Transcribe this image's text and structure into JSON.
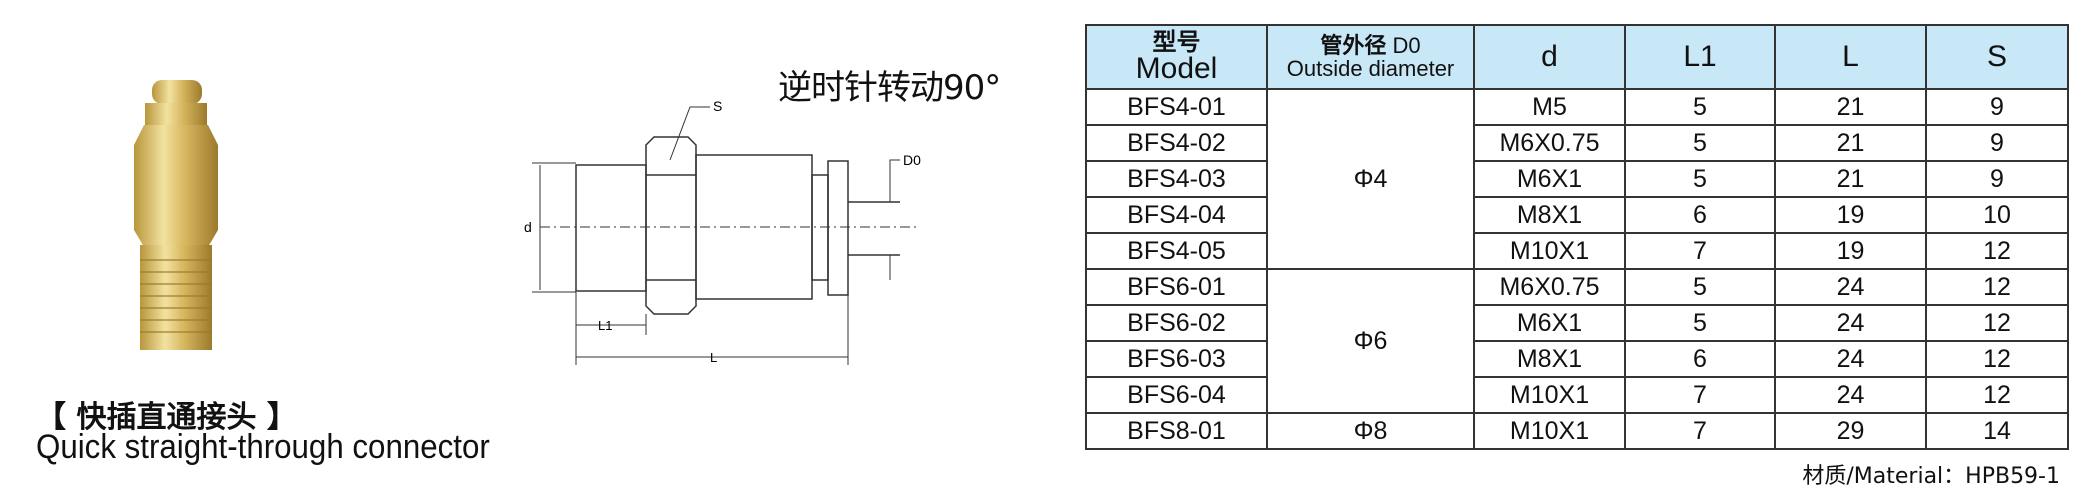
{
  "title_cn": "【 快插直通接头 】",
  "title_en": "Quick straight-through connector",
  "rotation_note": "逆时针转动90°",
  "drawing_labels": {
    "s": "S",
    "d0": "D0",
    "d": "d",
    "l1": "L1",
    "l": "L"
  },
  "table": {
    "headers": {
      "model_cn": "型号",
      "model_en": "Model",
      "d0_cn": "管外径",
      "d0_sym": "D0",
      "d0_en": "Outside diameter",
      "d": "d",
      "l1": "L1",
      "l": "L",
      "s": "S"
    },
    "rows": [
      {
        "model": "BFS4-01",
        "d0": "Φ4",
        "d": "M5",
        "l1": "5",
        "l": "21",
        "s": "9"
      },
      {
        "model": "BFS4-02",
        "d0": "Φ4",
        "d": "M6X0.75",
        "l1": "5",
        "l": "21",
        "s": "9"
      },
      {
        "model": "BFS4-03",
        "d0": "Φ4",
        "d": "M6X1",
        "l1": "5",
        "l": "21",
        "s": "9"
      },
      {
        "model": "BFS4-04",
        "d0": "Φ4",
        "d": "M8X1",
        "l1": "6",
        "l": "19",
        "s": "10"
      },
      {
        "model": "BFS4-05",
        "d0": "Φ4",
        "d": "M10X1",
        "l1": "7",
        "l": "19",
        "s": "12"
      },
      {
        "model": "BFS6-01",
        "d0": "Φ6",
        "d": "M6X0.75",
        "l1": "5",
        "l": "24",
        "s": "12"
      },
      {
        "model": "BFS6-02",
        "d0": "Φ6",
        "d": "M6X1",
        "l1": "5",
        "l": "24",
        "s": "12"
      },
      {
        "model": "BFS6-03",
        "d0": "Φ6",
        "d": "M8X1",
        "l1": "6",
        "l": "24",
        "s": "12"
      },
      {
        "model": "BFS6-04",
        "d0": "Φ6",
        "d": "M10X1",
        "l1": "7",
        "l": "24",
        "s": "12"
      },
      {
        "model": "BFS8-01",
        "d0": "Φ8",
        "d": "M10X1",
        "l1": "7",
        "l": "29",
        "s": "14"
      }
    ]
  },
  "material": "材质/Material：HPB59-1",
  "colors": {
    "header_bg": "#c8e8f8",
    "brass": "#d8b860"
  }
}
